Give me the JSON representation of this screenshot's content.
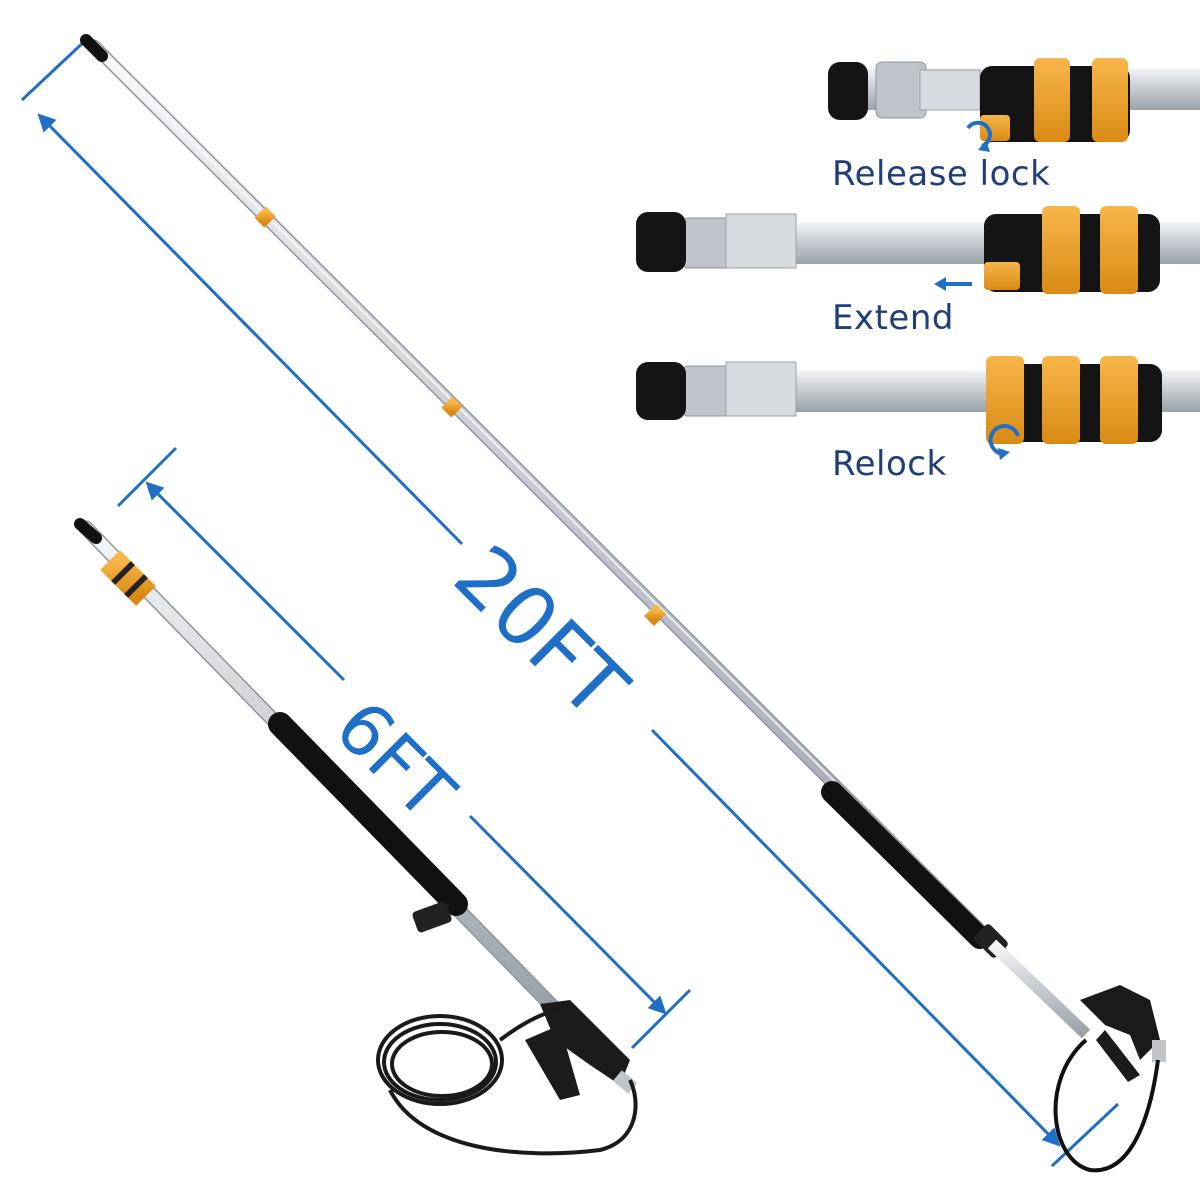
{
  "labels": {
    "long_length": "20FT",
    "short_length": "6FT"
  },
  "steps": [
    {
      "label": "Release lock"
    },
    {
      "label": "Extend"
    },
    {
      "label": "Relock"
    }
  ],
  "colors": {
    "dimension_blue": "#1f6fc6",
    "label_navy": "#1f3f7a",
    "pole_silver": "#d9dde2",
    "grip_black": "#111111",
    "clamp_orange": "#f2a12c"
  }
}
